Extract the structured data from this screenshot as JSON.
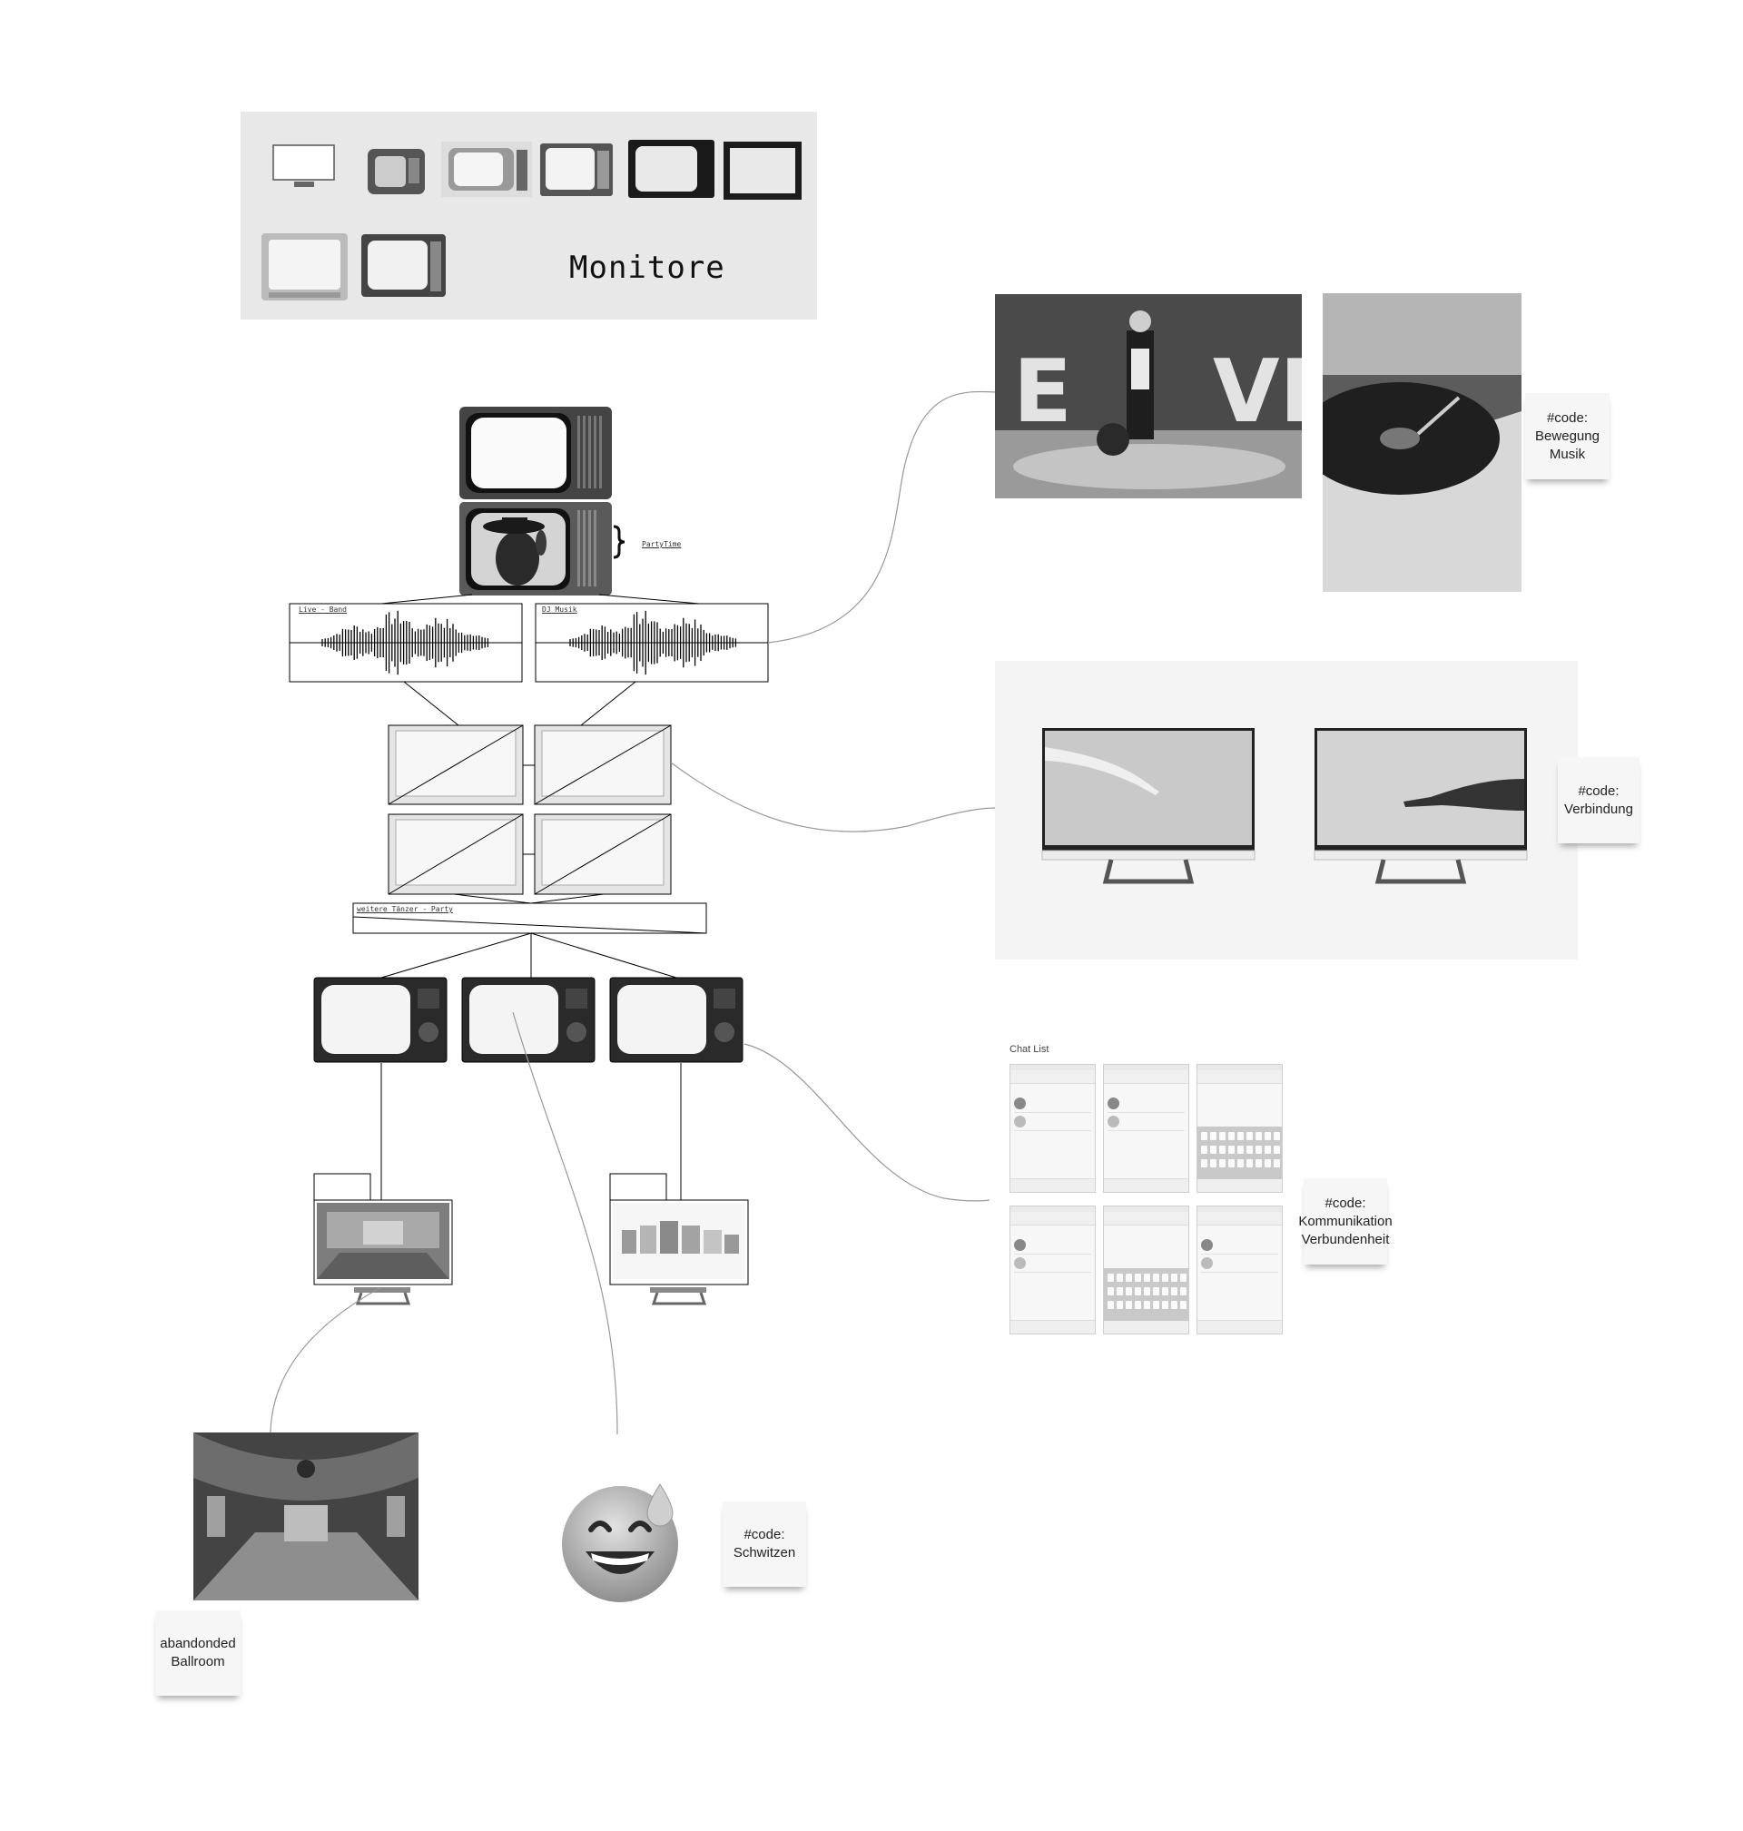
{
  "monitore": {
    "title": "Monitore"
  },
  "diagram": {
    "partytime_label": "PartyTime",
    "wave_left_label": "Live - Band",
    "wave_right_label": "DJ Musik",
    "taenzer_label": "weitere Tänzer - Party"
  },
  "notes": {
    "bewegung_musik": "#code:\nBewegung\nMusik",
    "verbindung": "#code:\nVerbindung",
    "kommunikation": "#code:\nKommunikation\nVerbundenheit",
    "schwitzen": "#code:\nSchwitzen",
    "ballroom": "abandonded\nBallroom"
  },
  "chat": {
    "title": "Chat List"
  },
  "colors": {
    "background": "#ffffff",
    "panel": "#e8e8e8",
    "note": "#f6f6f6",
    "line": "#000000"
  },
  "icons": [
    "crt-tv-icon",
    "flat-monitor-icon",
    "grinning-sweat-emoji-icon",
    "waveform-icon"
  ]
}
